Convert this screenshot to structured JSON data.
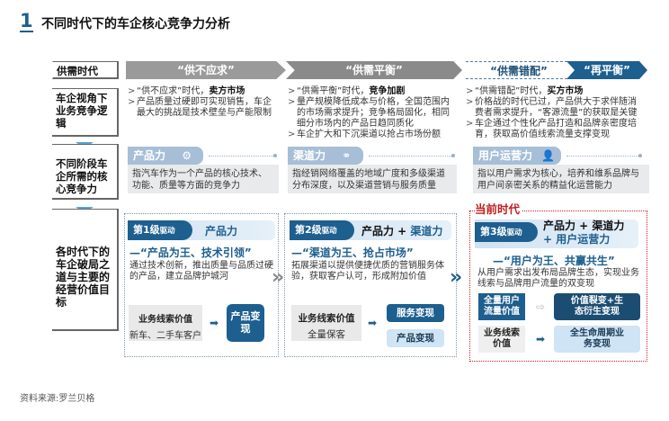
{
  "title": {
    "number": "1",
    "text": "不同时代下的车企核心竞争力分析"
  },
  "row_labels": {
    "era": "供需时代",
    "logic": "车企视角下业务竞争逻辑",
    "capability": "不同阶段车企所需的核心竞争力",
    "value": "各时代下的车企破局之道与主要的经营价值目标"
  },
  "eras": [
    {
      "label": "“供不应求”"
    },
    {
      "label": "“供需平衡”"
    },
    {
      "label": "“供需错配”"
    },
    {
      "label": "“再平衡”"
    }
  ],
  "logic": [
    {
      "bullets": [
        {
          "text": "“供不应求”时代，",
          "bold": "卖方市场"
        },
        {
          "text": "产品质量过硬即可实现销售，车企最大的挑战是技术壁垒与产能限制",
          "bold": ""
        }
      ]
    },
    {
      "bullets": [
        {
          "text": "“供需平衡”时代，",
          "bold": "竞争加剧"
        },
        {
          "text": "量产规模降低成本与价格，全国范围内的市场需求提升；竞争格局固化，相同细分市场内的产品日趋同质化",
          "bold": ""
        },
        {
          "text": "车企扩大和下沉渠道以抢占市场份额",
          "bold": ""
        }
      ]
    },
    {
      "bullets": [
        {
          "text": "“供需错配”时代，",
          "bold": "买方市场"
        },
        {
          "text": "价格战的时代已过，产品供大于求伴随消费者需求提升，“客源流量”的获取是关键",
          "bold": ""
        },
        {
          "text": "车企通过个性化产品打造和品牌亲密度培育，获取高价值线索流量支撑变现",
          "bold": ""
        }
      ]
    }
  ],
  "capabilities": [
    {
      "label": "产品力",
      "icon": "gear-icon",
      "desc": "指汽车作为一个产品的核心技术、功能、质量等方面的竞争力"
    },
    {
      "label": "渠道力",
      "icon": "network-icon",
      "desc": "指经销网络覆盖的地域广度和多级渠道分布深度，以及渠道营销与服务质量"
    },
    {
      "label": "用户运营力",
      "icon": "add-user-icon",
      "desc": "指以用户需求为核心，培养和维系品牌与用户间亲密关系的精益化运营能力"
    }
  ],
  "current_era_label": "当前时代",
  "levels": [
    {
      "tag": "第1级",
      "tag_small": "驱动",
      "power": "产品力",
      "power_plus": "",
      "power_plus2": "",
      "slogan": "—“产品为王、技术引领”",
      "desc": "通过技术创新，推出质量与品质过硬的产品，建立品牌护城河",
      "value_title": "业务线索价值",
      "value_sub": "新车、二手车客户",
      "outcomes": [
        "产品变现"
      ]
    },
    {
      "tag": "第2级",
      "tag_small": "驱动",
      "power": "产品力 + ",
      "power_plus": "渠道力",
      "power_plus2": "",
      "slogan": "—“渠道为王、抢占市场”",
      "desc": "拓展渠道以提供便捷优质的营销服务体验，获取客户认可，形成附加价值",
      "value_title": "业务线索价值",
      "value_sub": "全量保客",
      "outcomes": [
        "服务变现",
        "产品变现"
      ]
    },
    {
      "tag": "第3级",
      "tag_small": "驱动",
      "power": "产品力 + 渠道力",
      "power_plus": "+ 用户运营力",
      "power_plus2": "",
      "slogan": "—“用户为王、共赢共生”",
      "desc": "从用户需求出发布局品牌生态，实现业务线索与品牌用户流量的双变现",
      "pairs": [
        {
          "left": "全量用户流量价值",
          "right": "价值裂变+生态衍生变现"
        },
        {
          "left": "业务线索价值",
          "right": "全生命周期业务变现"
        }
      ]
    }
  ],
  "source": "资料来源:罗兰贝格",
  "colors": {
    "primary": "#1d5f8f",
    "light_blue": "#cfe4f4",
    "accent_red": "#c21d1d",
    "gray": "#9a9a9a"
  }
}
